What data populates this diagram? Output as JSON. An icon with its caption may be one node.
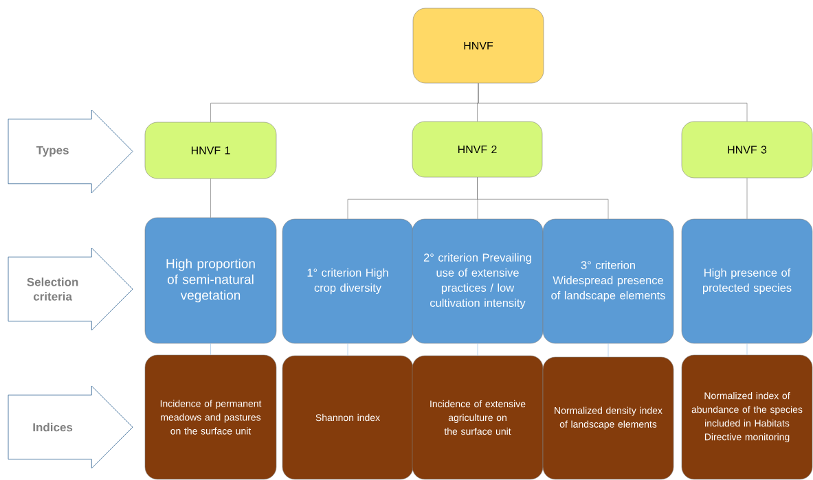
{
  "diagram": {
    "nodes": [
      {
        "text": [
          "HNVF"
        ]
      },
      {
        "text": [
          "Types"
        ]
      },
      {
        "text": [
          "HNVF 1"
        ]
      },
      {
        "text": [
          "HNVF 2"
        ]
      },
      {
        "text": [
          "HNVF 3"
        ]
      },
      {
        "text": [
          "Selection criteria"
        ]
      },
      {
        "text": [
          "High proportion of semi-natural vegetation"
        ]
      },
      {
        "text": [
          "1° criterion High crop diversity"
        ]
      },
      {
        "text": [
          "2° criterion Prevailing use of extensive practices / low cultivation intensity"
        ]
      },
      {
        "text": [
          "3° criterion Widespread presence of landscape elements"
        ]
      },
      {
        "text": [
          "High presence of protected species"
        ]
      },
      {
        "text": [
          "Indices"
        ]
      },
      {
        "text": [
          "Incidence of permanent meadows and pastures on the surface unit"
        ]
      },
      {
        "text": [
          "Shannon index"
        ]
      },
      {
        "text": [
          "Incidence of extensive agriculture on the surface unit"
        ]
      },
      {
        "text": [
          "Normalized density index of landscape elements"
        ]
      },
      {
        "text": [
          "Normalized index of abundance of the species included in Habitats Directive monitoring"
        ]
      }
    ],
    "edges": [
      {
        "from": 0,
        "to": 2,
        "arrow": "none"
      },
      {
        "from": 0,
        "to": 3,
        "arrow": "none"
      },
      {
        "from": 0,
        "to": 4,
        "arrow": "none"
      },
      {
        "from": 2,
        "to": 6,
        "arrow": "none"
      },
      {
        "from": 3,
        "to": 7,
        "arrow": "none"
      },
      {
        "from": 3,
        "to": 8,
        "arrow": "none"
      },
      {
        "from": 3,
        "to": 9,
        "arrow": "none"
      },
      {
        "from": 4,
        "to": 10,
        "arrow": "none"
      },
      {
        "from": 6,
        "to": 12,
        "arrow": "none",
        "color": "#9dc3e6"
      },
      {
        "from": 7,
        "to": 13,
        "arrow": "none",
        "color": "#9dc3e6"
      },
      {
        "from": 8,
        "to": 14,
        "arrow": "none",
        "color": "#9dc3e6"
      },
      {
        "from": 9,
        "to": 15,
        "arrow": "none",
        "color": "#9dc3e6"
      },
      {
        "from": 10,
        "to": 16,
        "arrow": "none",
        "color": "#9dc3e6"
      }
    ]
  }
}
